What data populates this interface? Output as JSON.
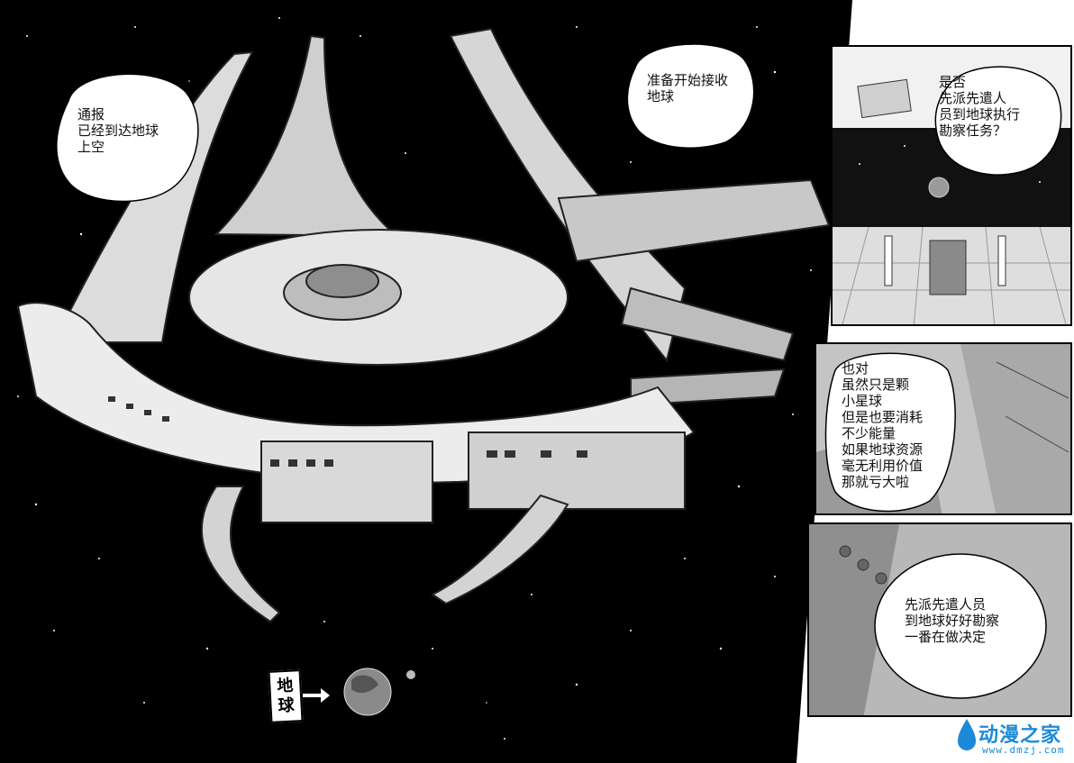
{
  "panels": {
    "main": {
      "bubble_1": "通报\n已经到达地球\n上空",
      "bubble_2": "准备开始接收\n地球",
      "earth_label": "地\n球"
    },
    "bridge": {
      "bubble": "是否\n先派先遣人\n员到地球执行\n勘察任务？"
    },
    "closeup_1": {
      "bubble": "也对\n虽然只是颗\n小星球\n但是也要消耗\n不少能量\n如果地球资源\n毫无利用价值\n那就亏大啦"
    },
    "closeup_2": {
      "bubble": "先派先遣人员\n到地球好好勘察\n一番在做决定"
    }
  },
  "watermark": {
    "name": "动漫之家",
    "url": "www.dmzj.com"
  },
  "colors": {
    "space": "#000000",
    "bubble": "#ffffff",
    "watermark": "#1c8ad9"
  },
  "icons": [
    "arrow-right-icon",
    "earth-planet-icon",
    "moon-icon",
    "water-drop-logo-icon"
  ]
}
